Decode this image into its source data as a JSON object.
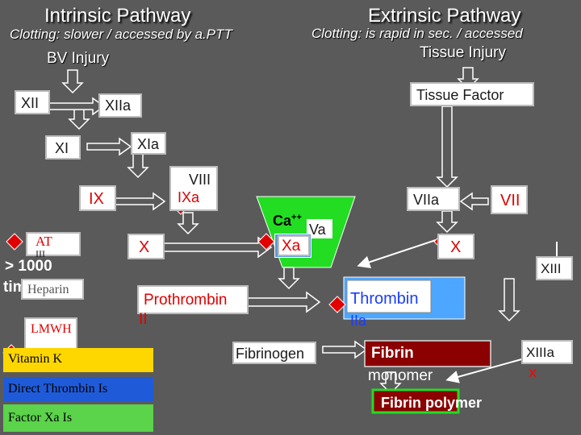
{
  "header": {
    "intrinsic_title": "Intrinsic Pathway",
    "intrinsic_sub": "Clotting: slower / accessed by a.PTT",
    "extrinsic_title": "Extrinsic Pathway",
    "extrinsic_sub": "Clotting: is rapid in sec. / accessed"
  },
  "intrinsic": {
    "trigger": "BV  Injury",
    "xii": "XII",
    "xiia": "XIIa",
    "xi": "XI",
    "xia": "XIa",
    "ix": "IX",
    "viii": "VIII",
    "ixa": "IXa",
    "x": "X"
  },
  "extrinsic": {
    "trigger": "Tissue Injury",
    "tissue_factor": "Tissue Factor",
    "viia": "VIIa",
    "vii": "VII",
    "x": "X",
    "xiii": "XIII",
    "xiiia": "XIIIa"
  },
  "common": {
    "ca": "Ca",
    "ca_sup": "++",
    "va": "Va",
    "xa": "Xa",
    "prothrombin": "Prothrombin",
    "prothrombin_num": "II",
    "thrombin": "Thrombin",
    "thrombin_num": "IIa",
    "fibrinogen": "Fibrinogen",
    "fibrin_monomer_1": "Fibrin",
    "fibrin_monomer_2": "monomer",
    "fibrin_polymer": "Fibrin polymer"
  },
  "drugs": {
    "at": "AT",
    "at_num": "III",
    "fold": "> 1000",
    "times": "times",
    "heparin": "Heparin",
    "lmwh": "LMWH",
    "vitamin_k": "Vitamin K",
    "direct_thrombin": "Direct Thrombin Is",
    "factor_xa": "Factor Xa Is"
  },
  "colors": {
    "background": "#5a5a5a",
    "inhibitor_red": "#e00000",
    "vitamin_k_box": "#ffd700",
    "direct_thrombin_box": "#1f5bd8",
    "factor_xa_box": "#5bd34a",
    "fibrin_box": "#8b0000",
    "complex_green": "#22dd22"
  }
}
